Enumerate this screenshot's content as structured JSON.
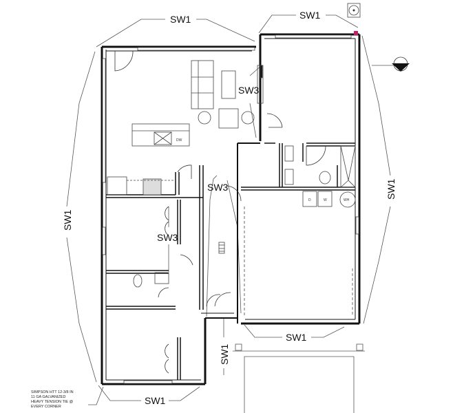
{
  "drawing": {
    "type": "floor-plan",
    "labels": {
      "sw1_top_left": "SW1",
      "sw1_top_right": "SW1",
      "sw1_left": "SW1",
      "sw1_right": "SW1",
      "sw1_bottom_center": "SW1",
      "sw1_bottom_left": "SW1",
      "sw1_vertical_mid": "SW1",
      "sw3_living": "SW3",
      "sw3_hall": "SW3",
      "sw3_bedroom": "SW3"
    },
    "appliances": {
      "dishwasher": "DW",
      "dryer": "D",
      "washer": "W",
      "water_heater": "WH"
    },
    "note": {
      "line1": "SIMPSON HTT 12-3/8 IN",
      "line2": "11 GA GALVANIZED",
      "line3": "HEAVY TENSION TIE @",
      "line4": "EVERY CORNER"
    },
    "colors": {
      "wall": "#111111",
      "line": "#555555",
      "accent_marker": "#c0206a"
    }
  }
}
